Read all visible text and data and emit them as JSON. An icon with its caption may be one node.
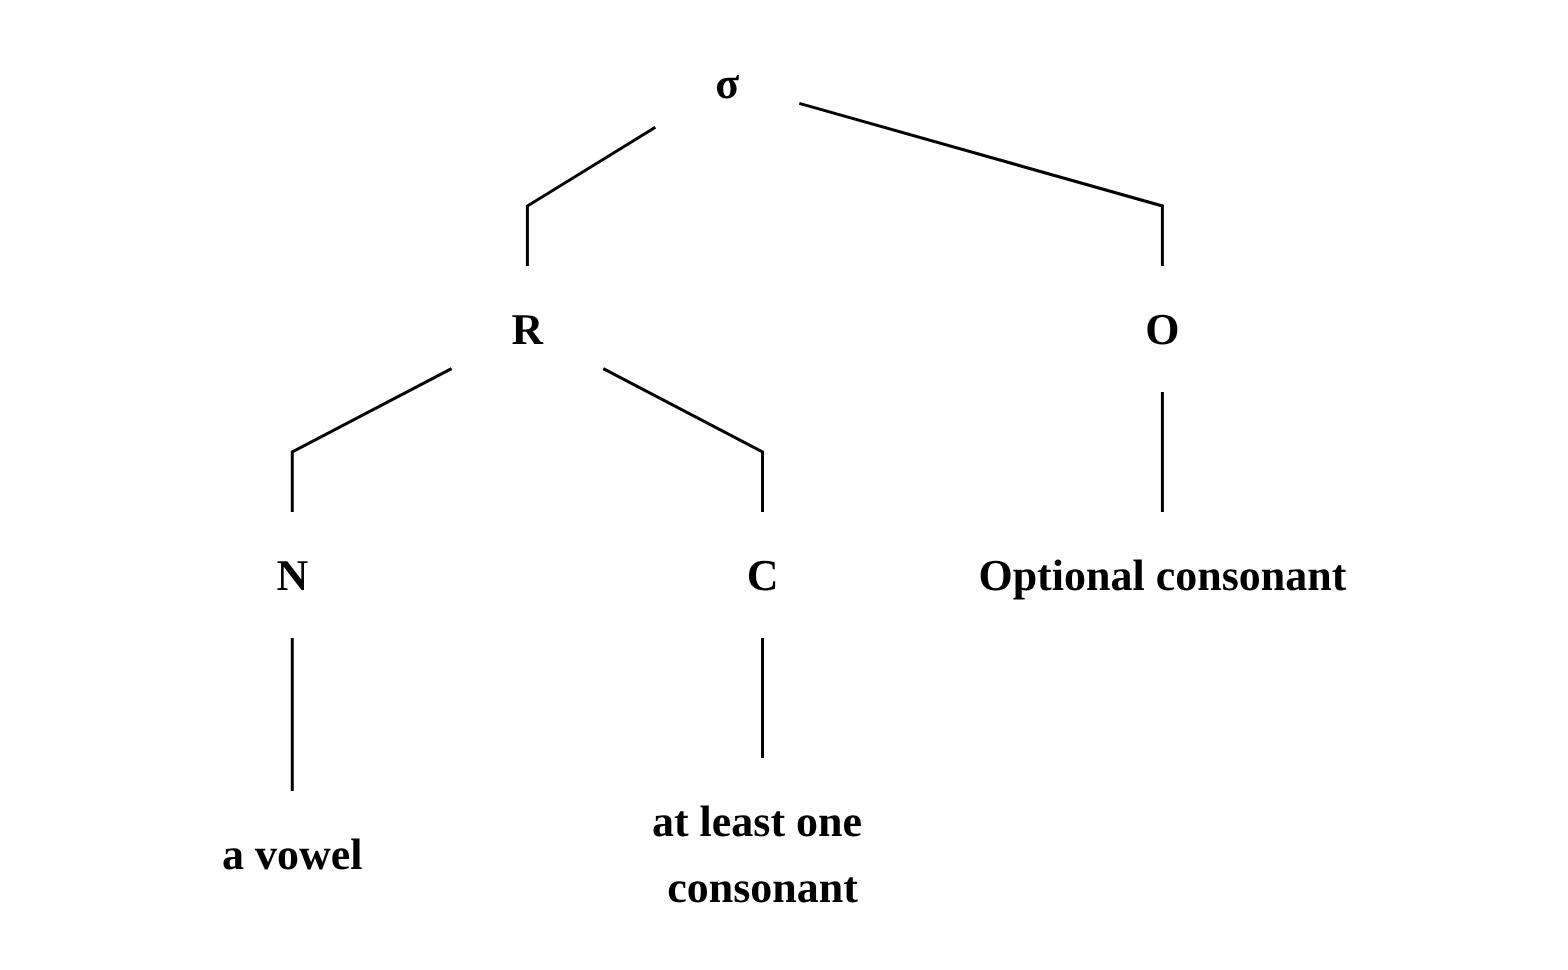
{
  "diagram": {
    "nodes": [
      {
        "text": [
          "σ"
        ]
      },
      {
        "text": [
          "O"
        ]
      },
      {
        "text": [
          "R"
        ]
      },
      {
        "text": [
          "N"
        ]
      },
      {
        "text": [
          "C"
        ]
      },
      {
        "text": [
          "Optional consonant"
        ]
      },
      {
        "text": [
          "a vowel"
        ]
      },
      {
        "text": [
          "at least one consonant"
        ]
      }
    ],
    "edges": [
      {
        "from": 0,
        "to": 1,
        "arrow": "none"
      },
      {
        "from": 0,
        "to": 2,
        "arrow": "none"
      },
      {
        "from": 1,
        "to": 5,
        "arrow": "none"
      },
      {
        "from": 2,
        "to": 3,
        "arrow": "none"
      },
      {
        "from": 2,
        "to": 4,
        "arrow": "none"
      },
      {
        "from": 3,
        "to": 6,
        "arrow": "none"
      },
      {
        "from": 4,
        "to": 7,
        "arrow": "none"
      }
    ]
  }
}
